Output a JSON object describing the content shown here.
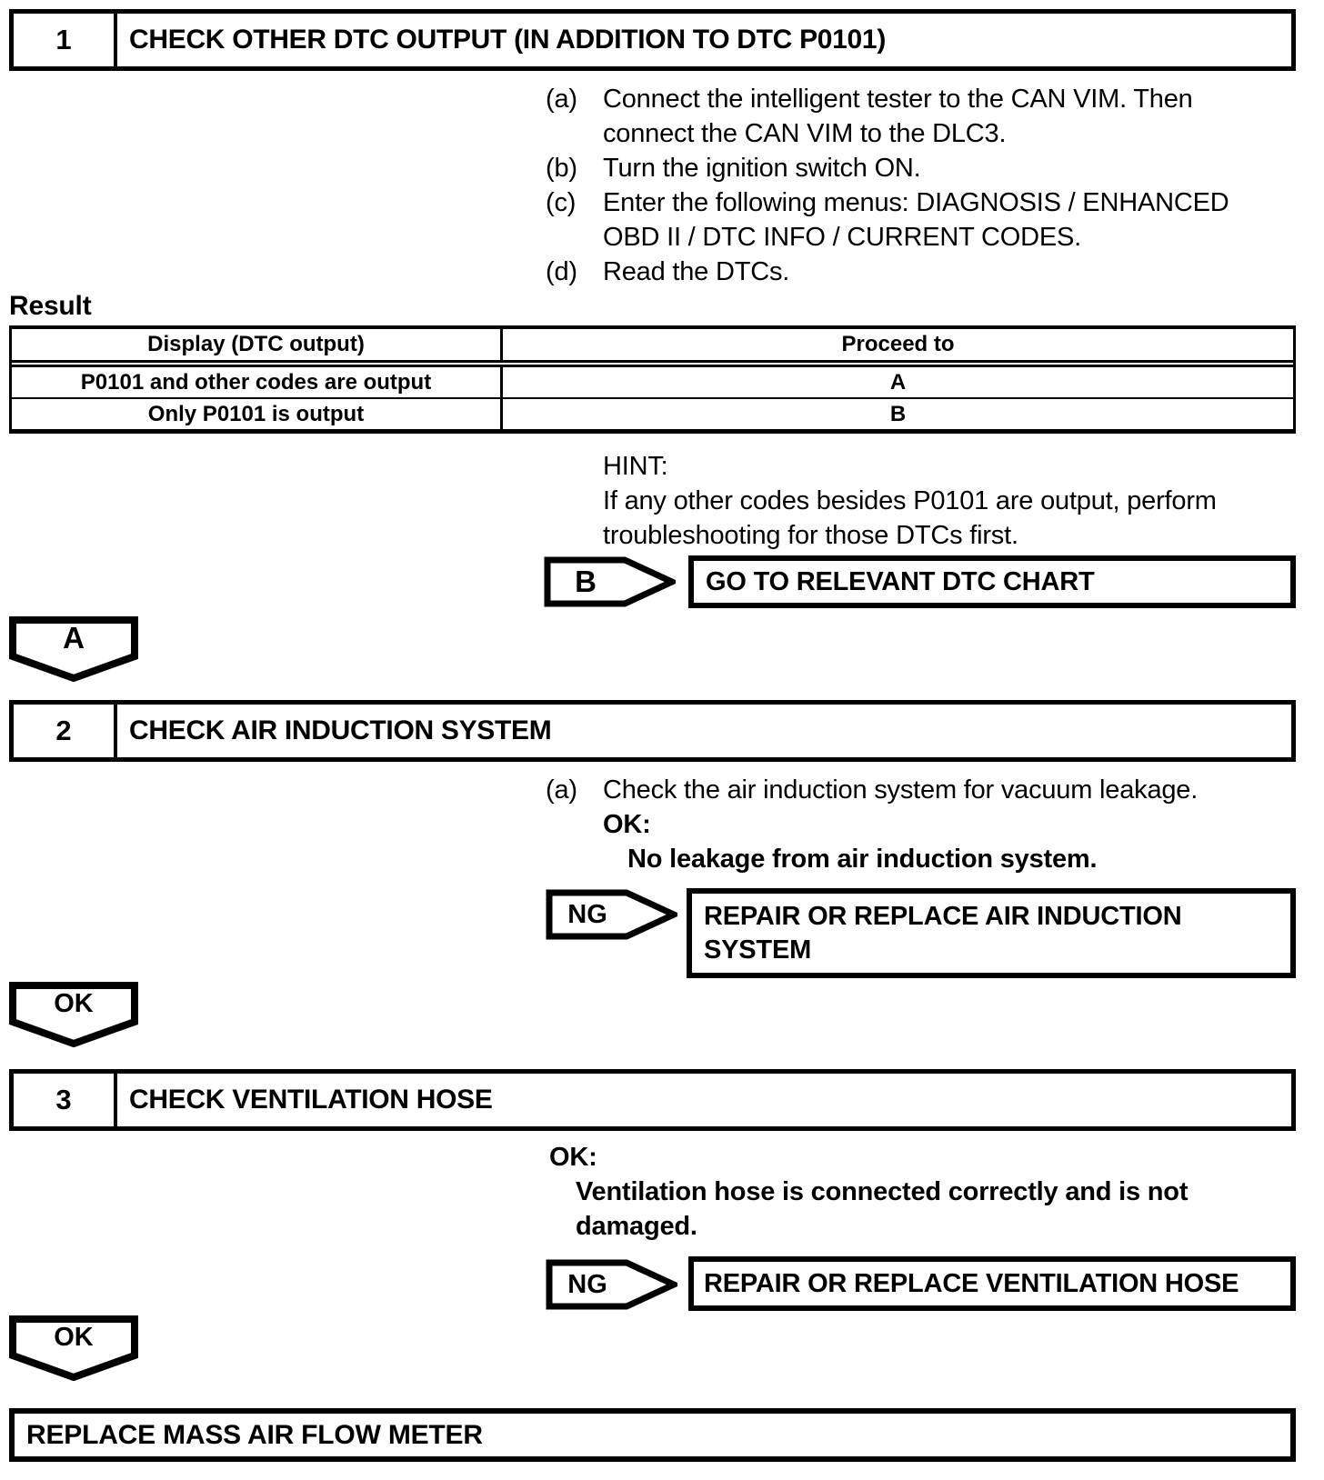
{
  "colors": {
    "ink": "#000000",
    "paper": "#ffffff"
  },
  "step1": {
    "number": "1",
    "title": "CHECK OTHER DTC OUTPUT (IN ADDITION TO DTC P0101)",
    "substeps": [
      {
        "label": "(a)",
        "text": "Connect the intelligent tester to the CAN VIM. Then\nconnect the CAN VIM to the DLC3."
      },
      {
        "label": "(b)",
        "text": "Turn the ignition switch ON."
      },
      {
        "label": "(c)",
        "text": "Enter the following menus: DIAGNOSIS / ENHANCED\nOBD II / DTC INFO / CURRENT CODES."
      },
      {
        "label": "(d)",
        "text": "Read the DTCs."
      }
    ],
    "result_label": "Result",
    "table": {
      "headers": [
        "Display (DTC output)",
        "Proceed to"
      ],
      "rows": [
        {
          "display": "P0101 and other codes are output",
          "proceed": "A"
        },
        {
          "display": "Only P0101 is output",
          "proceed": "B"
        }
      ]
    },
    "hint": "HINT:\nIf any other codes besides P0101 are output, perform\ntroubleshooting for those DTCs first.",
    "branch_b": {
      "label": "B",
      "action": "GO TO RELEVANT DTC CHART"
    },
    "connector_a": "A"
  },
  "step2": {
    "number": "2",
    "title": "CHECK AIR INDUCTION SYSTEM",
    "substeps": [
      {
        "label": "(a)",
        "text": "Check the air induction system for vacuum leakage."
      }
    ],
    "ok_label": "OK:",
    "ok_text": "No leakage from air induction system.",
    "branch_ng": {
      "label": "NG",
      "action": "REPAIR OR REPLACE AIR INDUCTION\nSYSTEM"
    },
    "connector_ok": "OK"
  },
  "step3": {
    "number": "3",
    "title": "CHECK VENTILATION HOSE",
    "ok_label": "OK:",
    "ok_text": "Ventilation hose is connected correctly and is not\ndamaged.",
    "branch_ng": {
      "label": "NG",
      "action": "REPAIR OR REPLACE VENTILATION HOSE"
    },
    "connector_ok": "OK"
  },
  "final": {
    "action": "REPLACE MASS AIR FLOW METER"
  }
}
